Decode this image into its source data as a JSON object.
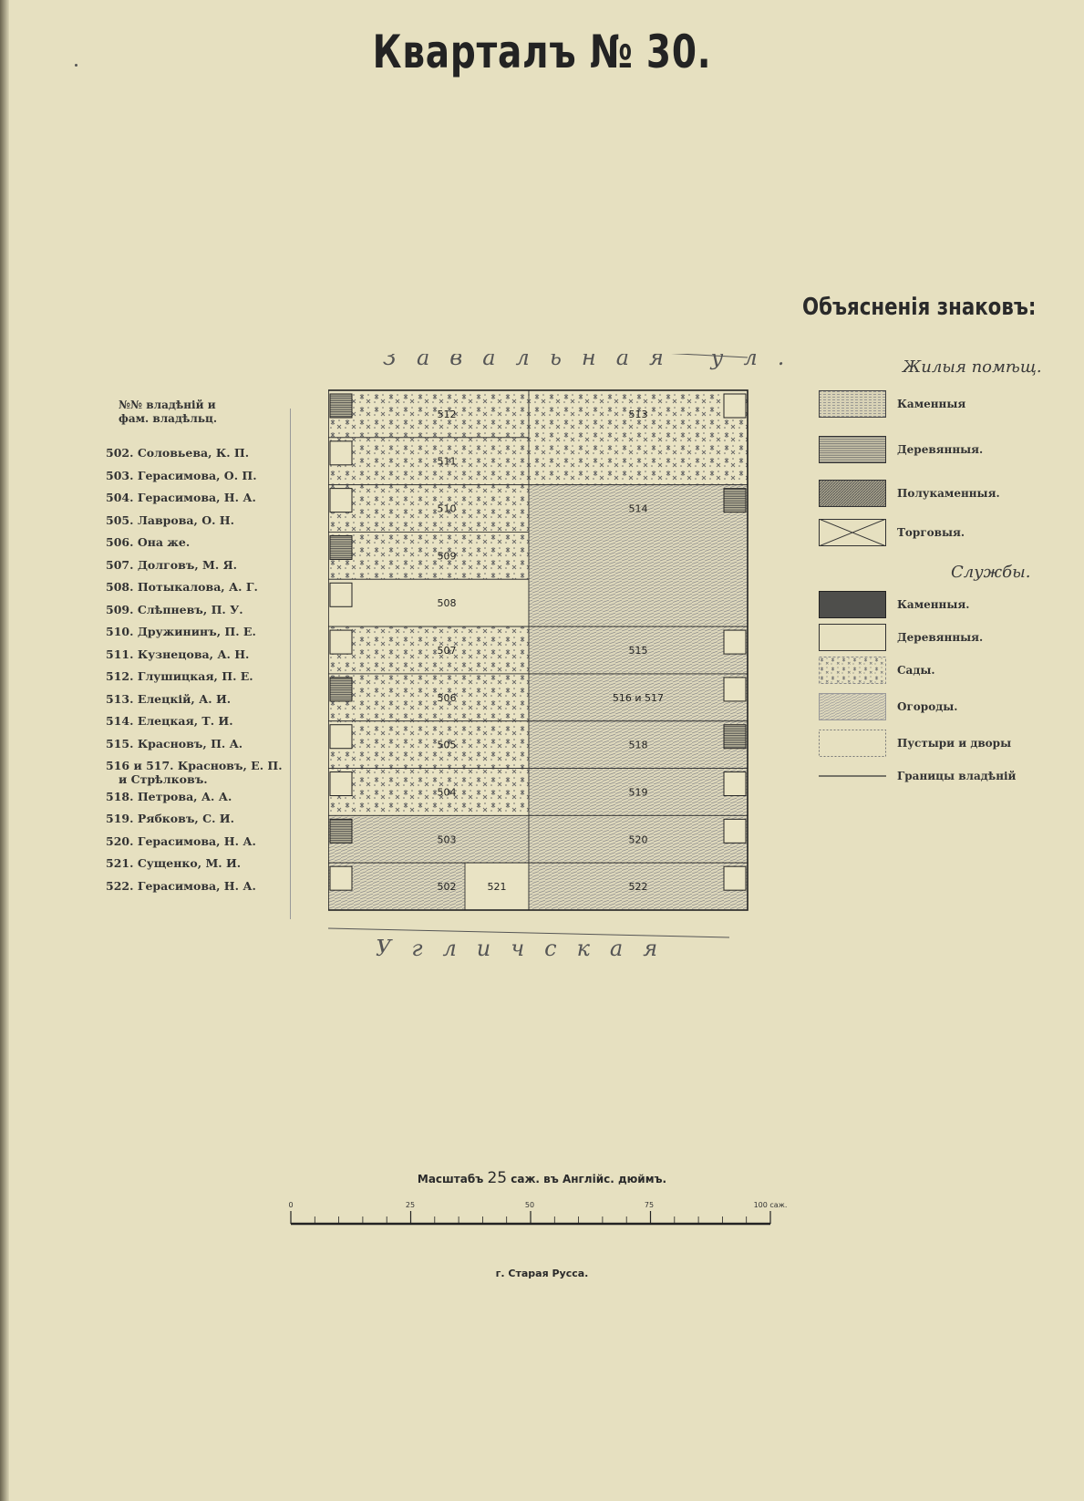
{
  "page": {
    "title": "Кварталъ № 30.",
    "city": "г. Старая Русса."
  },
  "legend": {
    "title": "Объясненія знаковъ:",
    "group_living": "Жилыя помѣщ.",
    "group_services": "Службы.",
    "items": [
      {
        "label": "Каменныя",
        "pattern": "fine-hatch",
        "color": "#8a8a8a"
      },
      {
        "label": "Деревянныя.",
        "pattern": "horizontal-lines",
        "color": "#6a6a6a"
      },
      {
        "label": "Полукаменныя.",
        "pattern": "dense-hatch",
        "color": "#555555"
      },
      {
        "label": "Торговыя.",
        "pattern": "cross-box",
        "color": "#333333"
      },
      {
        "label": "Каменныя.",
        "pattern": "solid-dark",
        "color": "#4a4a4a"
      },
      {
        "label": "Деревянныя.",
        "pattern": "empty-box",
        "color": "#333333"
      },
      {
        "label": "Сады.",
        "pattern": "garden-stars",
        "color": "#777777"
      },
      {
        "label": "Огороды.",
        "pattern": "diagonal-lines",
        "color": "#888888"
      },
      {
        "label": "Пустыри и дворы",
        "pattern": "dotted-box",
        "color": "#888888"
      },
      {
        "label": "Границы владѣній",
        "pattern": "line",
        "color": "#333333"
      }
    ]
  },
  "owners": {
    "header_line1": "№№ владѣній и",
    "header_line2": "фам. владѣльц.",
    "items": [
      {
        "num": "502.",
        "name": "Соловьева, К. П."
      },
      {
        "num": "503.",
        "name": "Герасимова, О. П."
      },
      {
        "num": "504.",
        "name": "Герасимова, Н. А."
      },
      {
        "num": "505.",
        "name": "Лаврова, О. Н."
      },
      {
        "num": "506.",
        "name": "Она же."
      },
      {
        "num": "507.",
        "name": "Долговъ, М. Я."
      },
      {
        "num": "508.",
        "name": "Потыкалова, А. Г."
      },
      {
        "num": "509.",
        "name": "Слѣпневъ, П. У."
      },
      {
        "num": "510.",
        "name": "Дружининъ, П. Е."
      },
      {
        "num": "511.",
        "name": "Кузнецова, А. Н."
      },
      {
        "num": "512.",
        "name": "Глушицкая, П. Е."
      },
      {
        "num": "513.",
        "name": "Елецкій, А. И."
      },
      {
        "num": "514.",
        "name": "Елецкая, Т. И."
      },
      {
        "num": "515.",
        "name": "Красновъ, П. А."
      },
      {
        "num": "516 и 517.",
        "name": "Красновъ, Е. П.",
        "name2": "и Стрѣлковъ."
      },
      {
        "num": "518.",
        "name": "Петрова, А. А."
      },
      {
        "num": "519.",
        "name": "Рябковъ, С. И."
      },
      {
        "num": "520.",
        "name": "Герасимова, Н. А."
      },
      {
        "num": "521.",
        "name": "Сущенко, М. И."
      },
      {
        "num": "522.",
        "name": "Герасимова, Н. А."
      }
    ]
  },
  "map": {
    "street_top": "Завальная ул.",
    "street_bottom": "Угличская",
    "lots": [
      {
        "id": "512",
        "label": "512",
        "row": 0,
        "side": "left",
        "fill": "garden"
      },
      {
        "id": "511",
        "label": "511",
        "row": 1,
        "side": "left",
        "fill": "garden"
      },
      {
        "id": "510",
        "label": "510",
        "row": 2,
        "side": "left",
        "fill": "garden"
      },
      {
        "id": "509",
        "label": "509",
        "row": 3,
        "side": "left",
        "fill": "garden"
      },
      {
        "id": "508",
        "label": "508",
        "row": 4,
        "side": "left",
        "fill": "yard"
      },
      {
        "id": "507",
        "label": "507",
        "row": 5,
        "side": "left",
        "fill": "garden"
      },
      {
        "id": "506",
        "label": "506",
        "row": 6,
        "side": "left",
        "fill": "garden"
      },
      {
        "id": "505",
        "label": "505",
        "row": 7,
        "side": "left",
        "fill": "garden"
      },
      {
        "id": "504",
        "label": "504",
        "row": 8,
        "side": "left",
        "fill": "garden"
      },
      {
        "id": "503",
        "label": "503",
        "row": 9,
        "side": "left",
        "fill": "veg"
      },
      {
        "id": "502",
        "label": "502",
        "row": 10,
        "side": "left",
        "fill": "veg"
      },
      {
        "id": "513",
        "label": "513",
        "row": 0,
        "side": "right",
        "fill": "garden"
      },
      {
        "id": "514",
        "label": "514",
        "row": 2,
        "side": "right",
        "fill": "veg"
      },
      {
        "id": "515",
        "label": "515",
        "row": 5,
        "side": "right",
        "fill": "veg"
      },
      {
        "id": "516-517",
        "label": "516 и 517",
        "row": 6,
        "side": "right",
        "fill": "veg"
      },
      {
        "id": "518",
        "label": "518",
        "row": 7,
        "side": "right",
        "fill": "veg"
      },
      {
        "id": "519",
        "label": "519",
        "row": 8,
        "side": "right",
        "fill": "veg"
      },
      {
        "id": "520",
        "label": "520",
        "row": 9,
        "side": "right",
        "fill": "veg"
      },
      {
        "id": "521",
        "label": "521",
        "row": 10,
        "side": "center",
        "fill": "yard"
      },
      {
        "id": "522",
        "label": "522",
        "row": 10,
        "side": "right",
        "fill": "veg"
      }
    ]
  },
  "scale": {
    "caption_prefix": "Масштабъ",
    "caption_value": "25",
    "caption_suffix": "саж. въ Англійс. дюймъ.",
    "tick_labels": [
      "0",
      "25",
      "50",
      "75",
      "100 саж."
    ]
  }
}
